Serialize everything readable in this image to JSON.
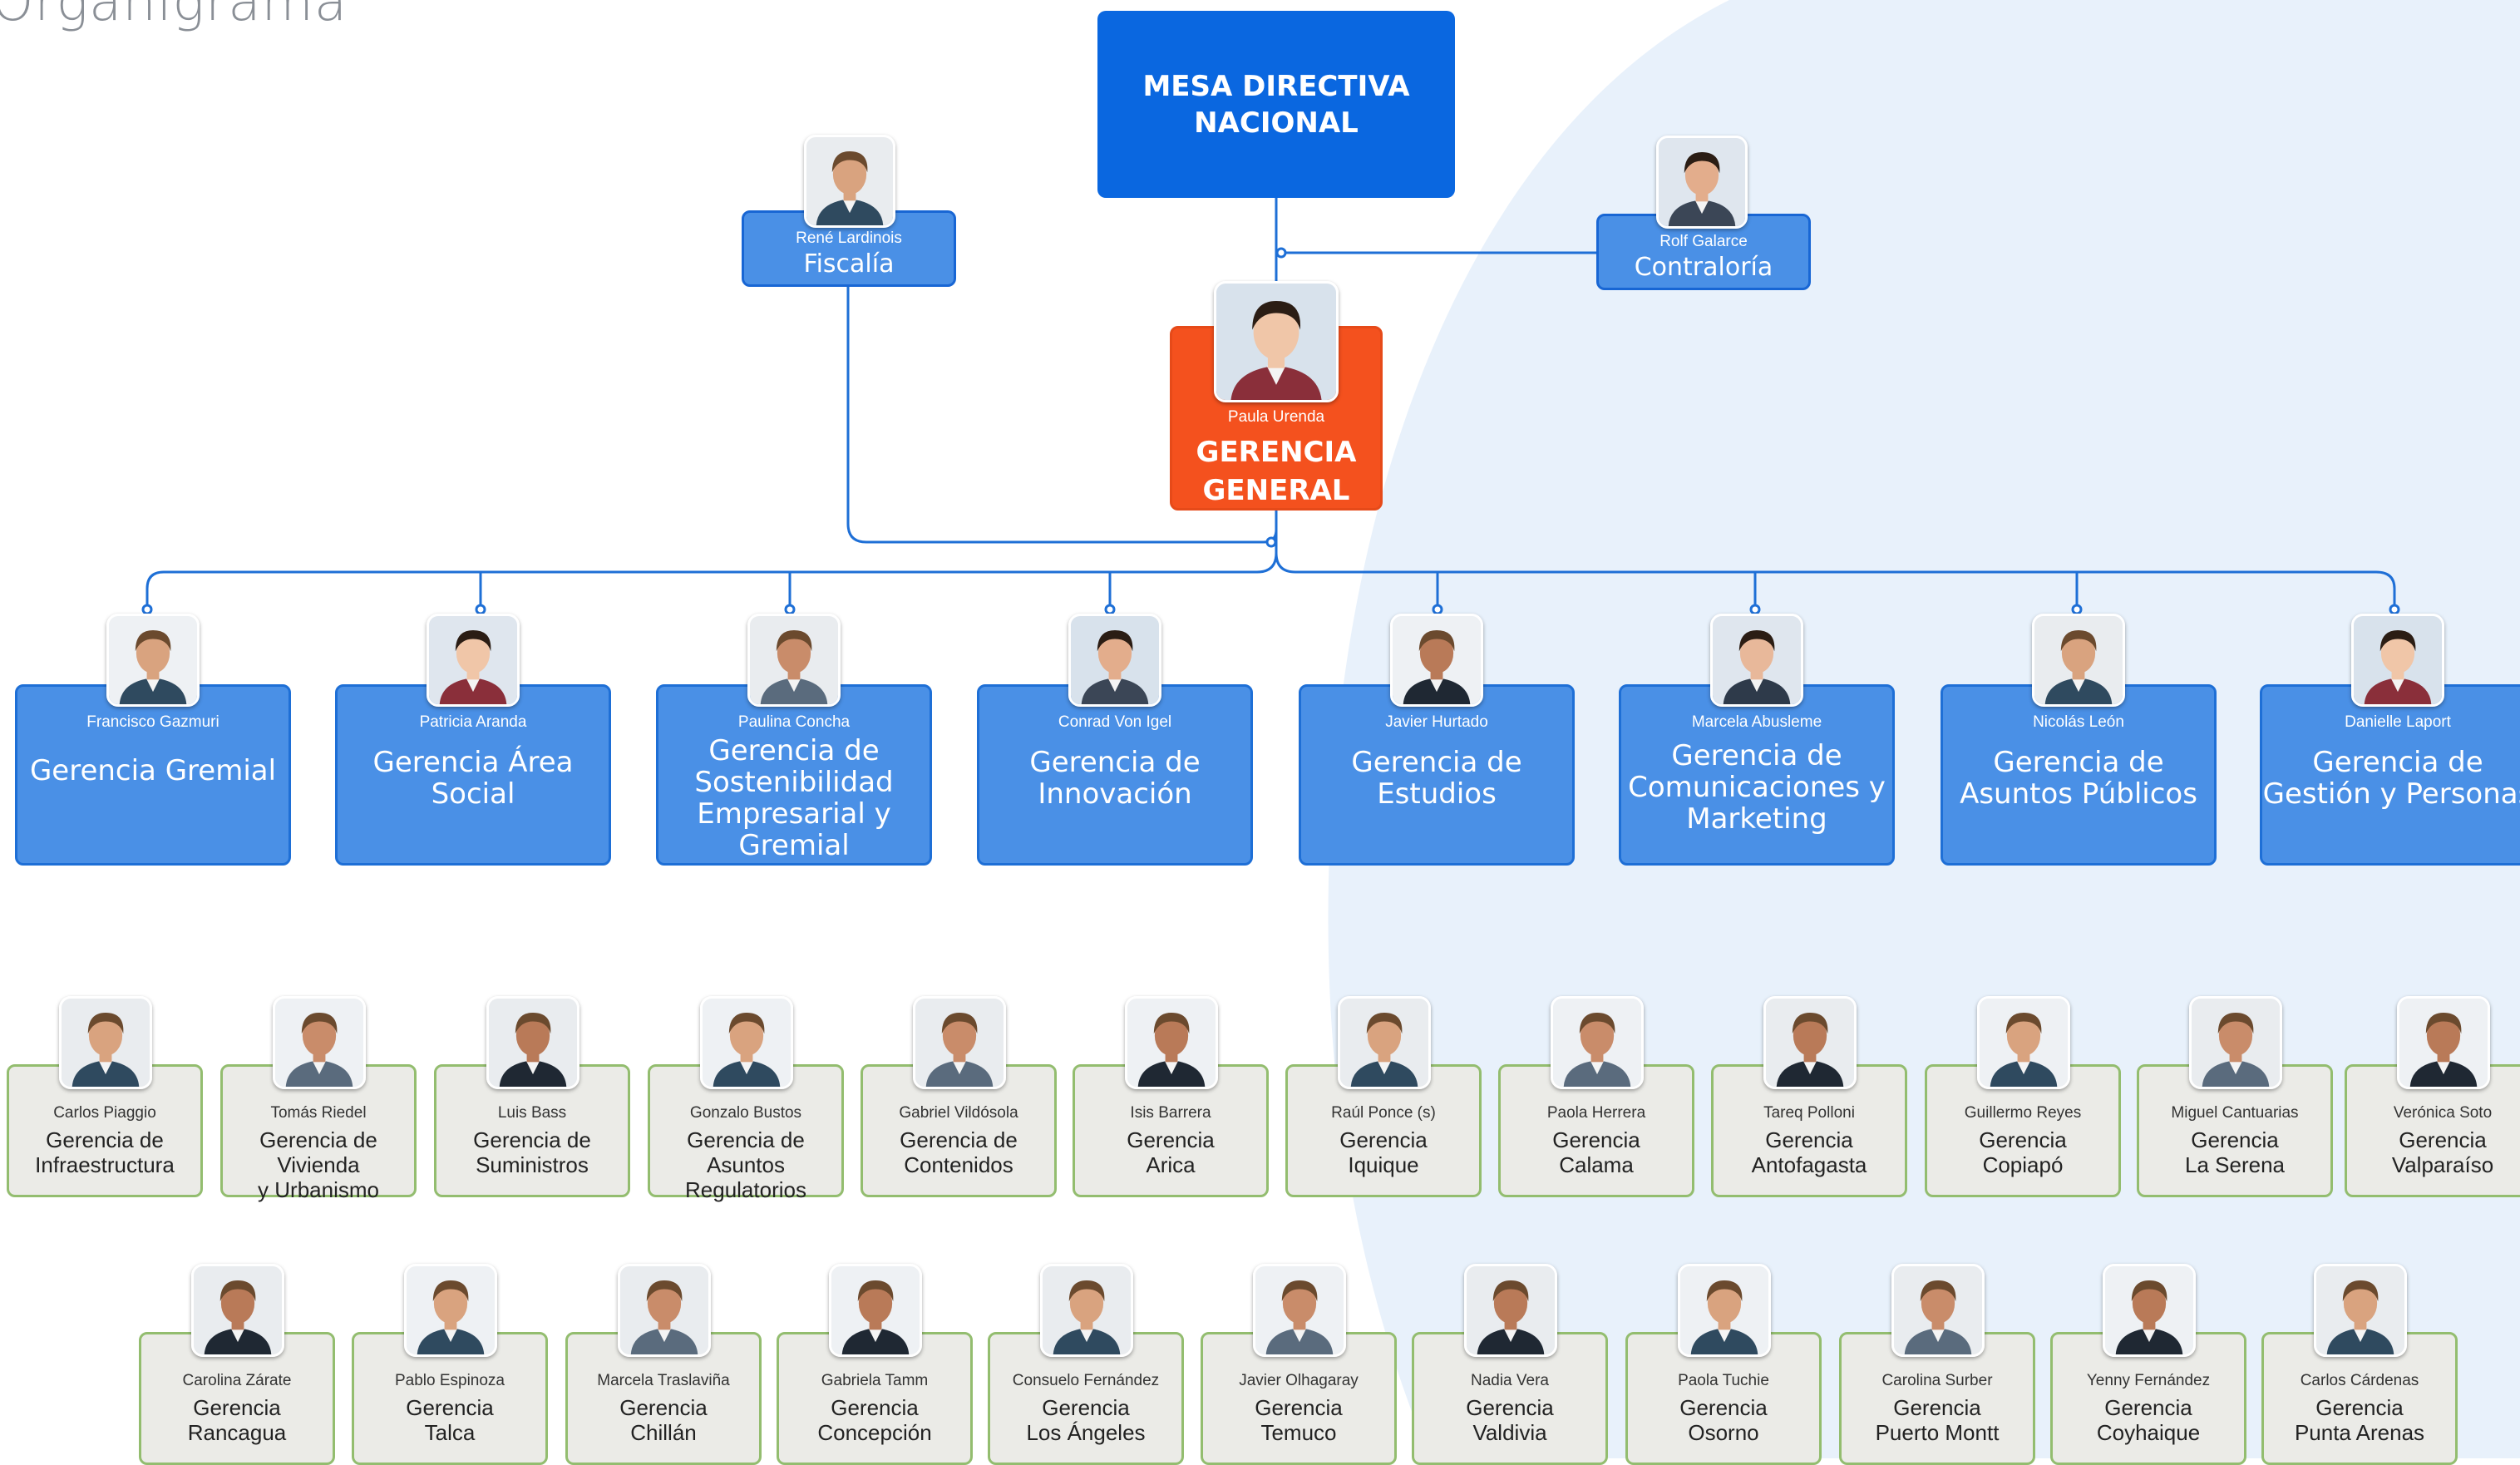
{
  "title": "Organigrama",
  "colors": {
    "top": "#0a67e0",
    "manager": "#4a90e6",
    "general": "#f4511e",
    "regional": "#ebebe7",
    "regional_border": "#93bd6f",
    "line": "#1e6fd6"
  },
  "top": {
    "title": "MESA DIRECTIVA\nNACIONAL"
  },
  "fiscalia": {
    "name": "René Lardinois",
    "title": "Fiscalía"
  },
  "contraloria": {
    "name": "Rolf Galarce",
    "title": "Contraloría"
  },
  "general": {
    "name": "Paula Urenda",
    "title": "GERENCIA\nGENERAL"
  },
  "managers": [
    {
      "name": "Francisco Gazmuri",
      "title": "Gerencia Gremial"
    },
    {
      "name": "Patricia Aranda",
      "title": "Gerencia Área\nSocial"
    },
    {
      "name": "Paulina Concha",
      "title": "Gerencia de\nSostenibilidad\nEmpresarial y\nGremial"
    },
    {
      "name": "Conrad Von Igel",
      "title": "Gerencia de\nInnovación"
    },
    {
      "name": "Javier Hurtado",
      "title": "Gerencia de\nEstudios"
    },
    {
      "name": "Marcela Abusleme",
      "title": "Gerencia de\nComunicaciones y\nMarketing"
    },
    {
      "name": "Nicolás León",
      "title": "Gerencia de\nAsuntos Públicos"
    },
    {
      "name": "Danielle Laport",
      "title": "Gerencia de\nGestión y Personas"
    }
  ],
  "row1": [
    {
      "name": "Carlos Piaggio",
      "title": "Gerencia de\nInfraestructura"
    },
    {
      "name": "Tomás Riedel",
      "title": "Gerencia de Vivienda\ny Urbanismo"
    },
    {
      "name": "Luis Bass",
      "title": "Gerencia de\nSuministros"
    },
    {
      "name": "Gonzalo Bustos",
      "title": "Gerencia de Asuntos\nRegulatorios"
    },
    {
      "name": "Gabriel Vildósola",
      "title": "Gerencia de\nContenidos"
    },
    {
      "name": "Isis Barrera",
      "title": "Gerencia\nArica"
    },
    {
      "name": "Raúl Ponce (s)",
      "title": "Gerencia\nIquique"
    },
    {
      "name": "Paola Herrera",
      "title": "Gerencia\nCalama"
    },
    {
      "name": "Tareq Polloni",
      "title": "Gerencia\nAntofagasta"
    },
    {
      "name": "Guillermo Reyes",
      "title": "Gerencia\nCopiapó"
    },
    {
      "name": "Miguel Cantuarias",
      "title": "Gerencia\nLa Serena"
    },
    {
      "name": "Verónica Soto",
      "title": "Gerencia\nValparaíso"
    }
  ],
  "row2": [
    {
      "name": "Carolina Zárate",
      "title": "Gerencia\nRancagua"
    },
    {
      "name": "Pablo Espinoza",
      "title": "Gerencia\nTalca"
    },
    {
      "name": "Marcela Traslaviña",
      "title": "Gerencia\nChillán"
    },
    {
      "name": "Gabriela Tamm",
      "title": "Gerencia\nConcepción"
    },
    {
      "name": "Consuelo Fernández",
      "title": "Gerencia\nLos Ángeles"
    },
    {
      "name": "Javier Olhagaray",
      "title": "Gerencia\nTemuco"
    },
    {
      "name": "Nadia Vera",
      "title": "Gerencia\nValdivia"
    },
    {
      "name": "Paola Tuchie",
      "title": "Gerencia\nOsorno"
    },
    {
      "name": "Carolina Surber",
      "title": "Gerencia\nPuerto Montt"
    },
    {
      "name": "Yenny Fernández",
      "title": "Gerencia\nCoyhaique"
    },
    {
      "name": "Carlos Cárdenas",
      "title": "Gerencia\nPunta Arenas"
    }
  ]
}
